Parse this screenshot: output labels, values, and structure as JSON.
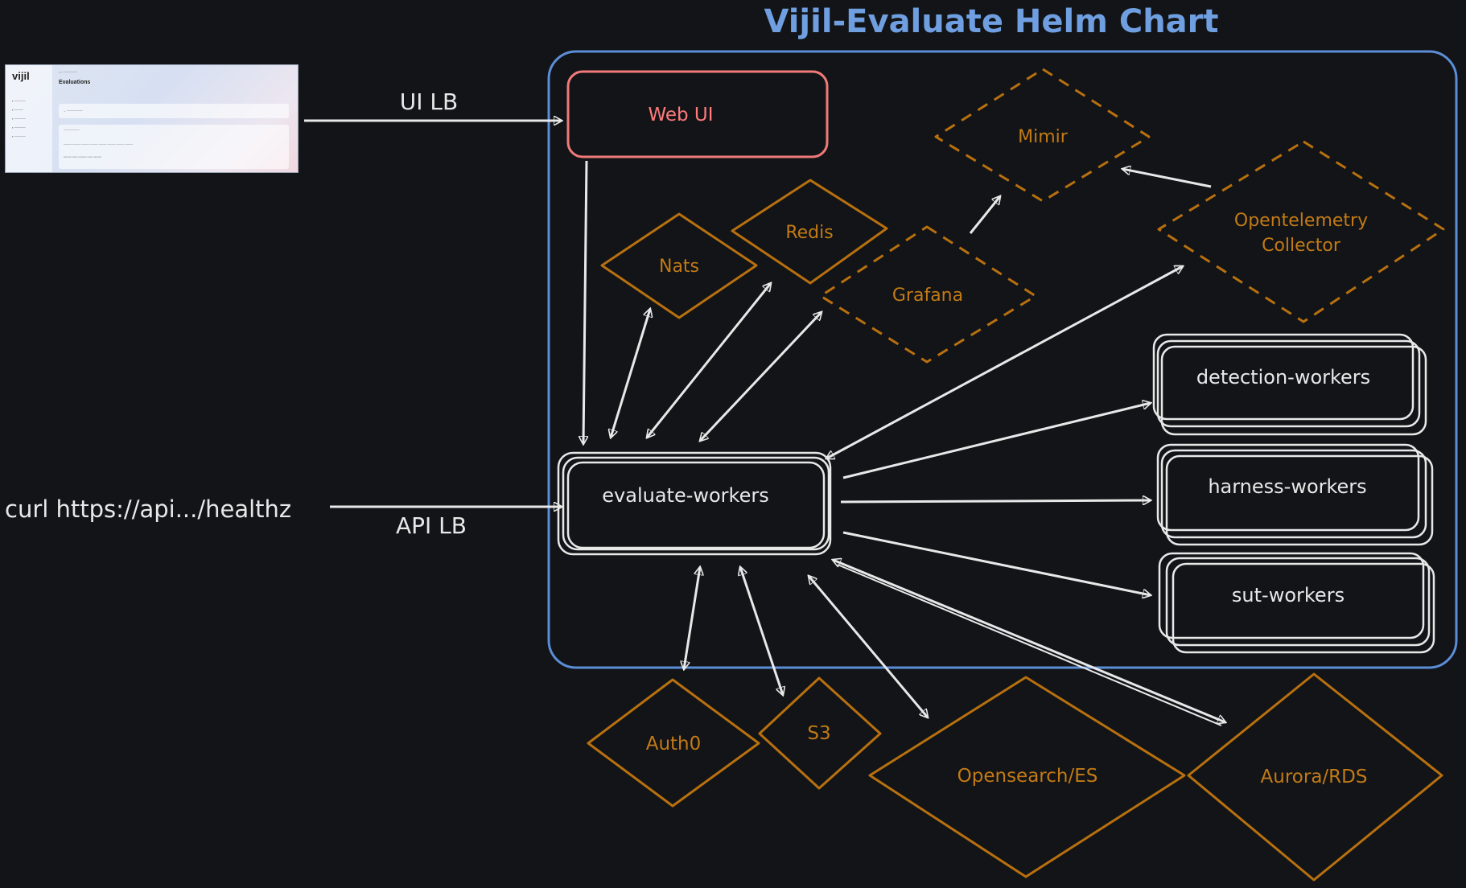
{
  "title": "Vijil-Evaluate Helm Chart",
  "nodes": {
    "web_ui": "Web UI",
    "mimir": "Mimir",
    "redis": "Redis",
    "nats": "Nats",
    "grafana": "Grafana",
    "otel_line1": "Opentelemetry",
    "otel_line2": "Collector",
    "detection_workers": "detection-workers",
    "harness_workers": "harness-workers",
    "sut_workers": "sut-workers",
    "evaluate_workers": "evaluate-workers",
    "auth0": "Auth0",
    "s3": "S3",
    "opensearch": "Opensearch/ES",
    "aurora": "Aurora/RDS"
  },
  "edges": {
    "ui_lb": "UI LB",
    "api_lb": "API LB",
    "curl": "curl https://api.../healthz"
  },
  "thumbnail": {
    "logo": "vijil",
    "page_title": "Evaluations"
  },
  "colors": {
    "background": "#121417",
    "chart_border": "#5b8ed6",
    "web_ui": "#f07a7a",
    "external_service": "#b8700f",
    "worker": "#e8e8e8"
  }
}
